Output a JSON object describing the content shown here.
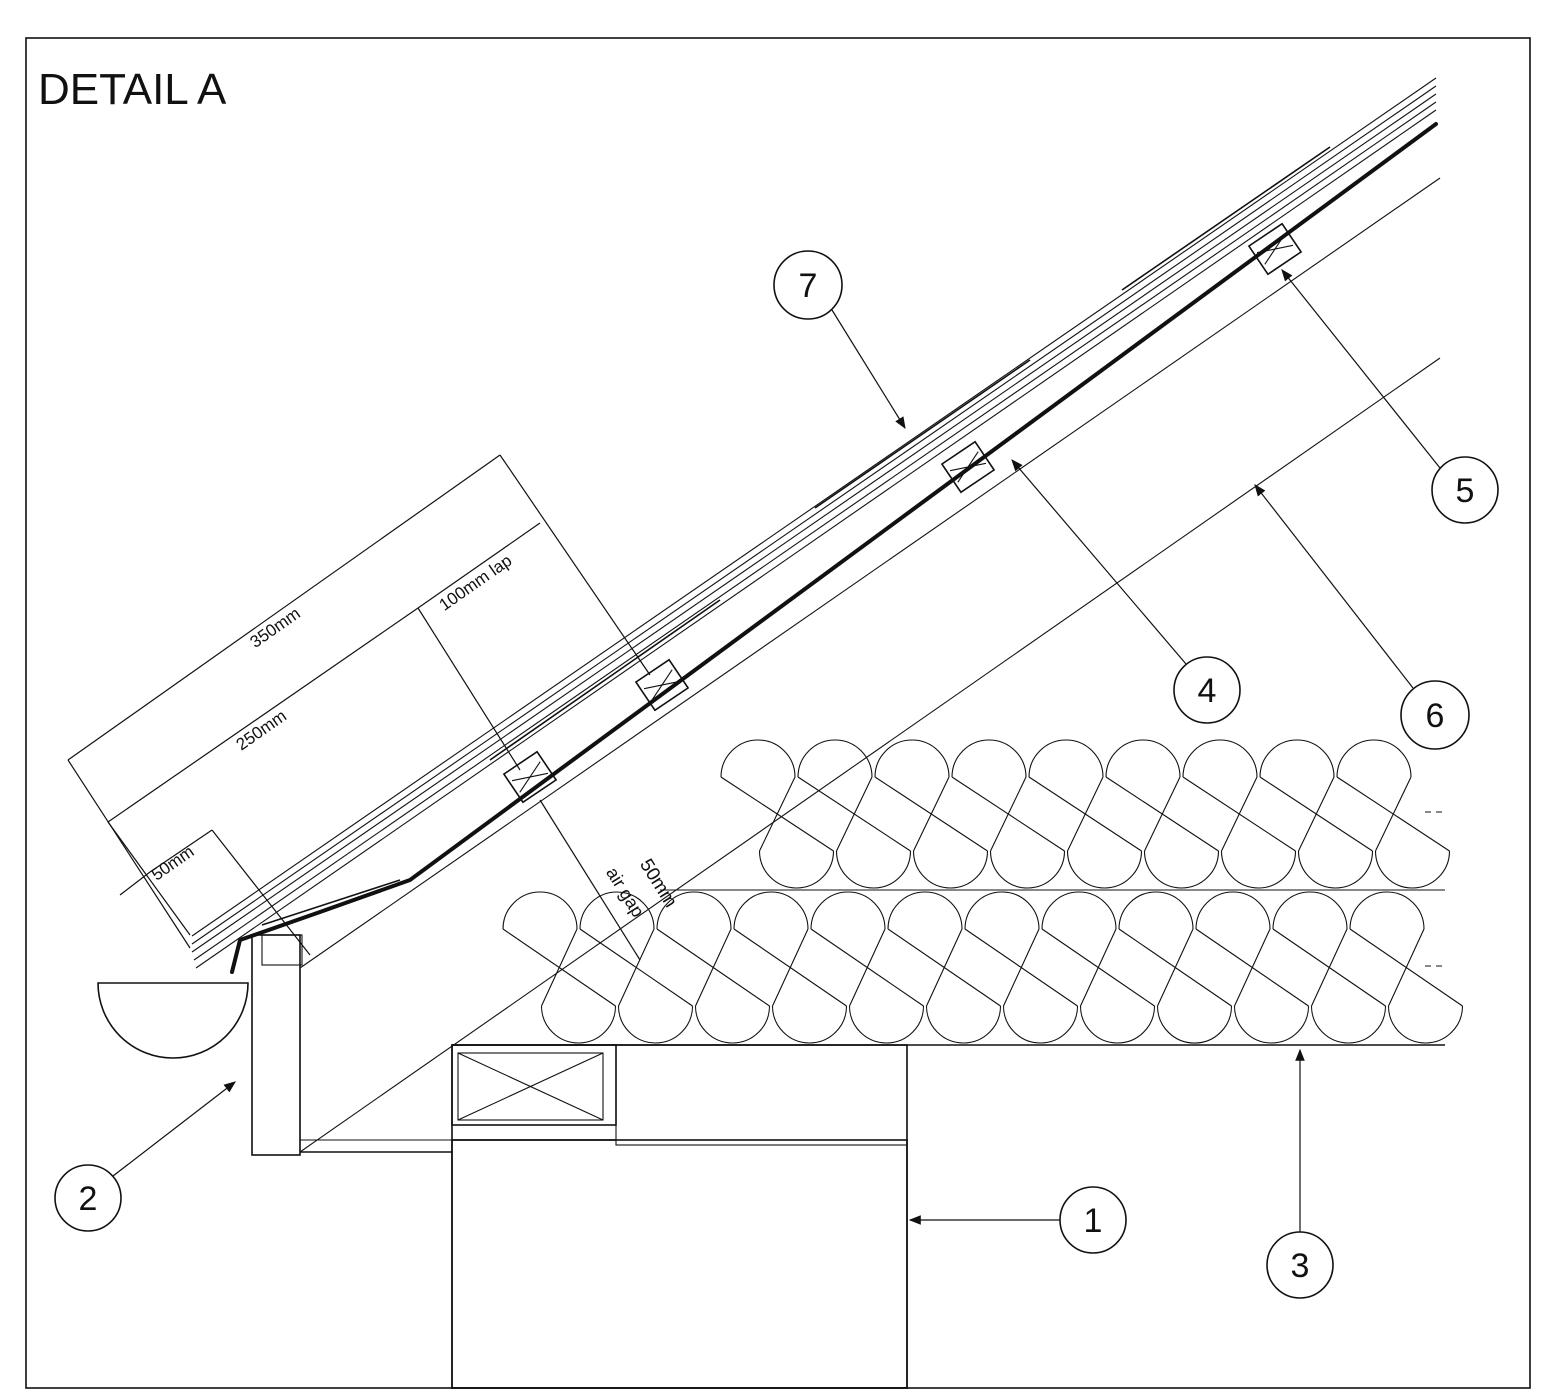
{
  "title": "DETAIL A",
  "dimensions": {
    "d350": "350mm",
    "d100": "100mm lap",
    "d250": "250mm",
    "d50": "50mm",
    "airgap_a": "50mm",
    "airgap_b": "air gap"
  },
  "callouts": [
    "1",
    "2",
    "3",
    "4",
    "5",
    "6",
    "7"
  ]
}
